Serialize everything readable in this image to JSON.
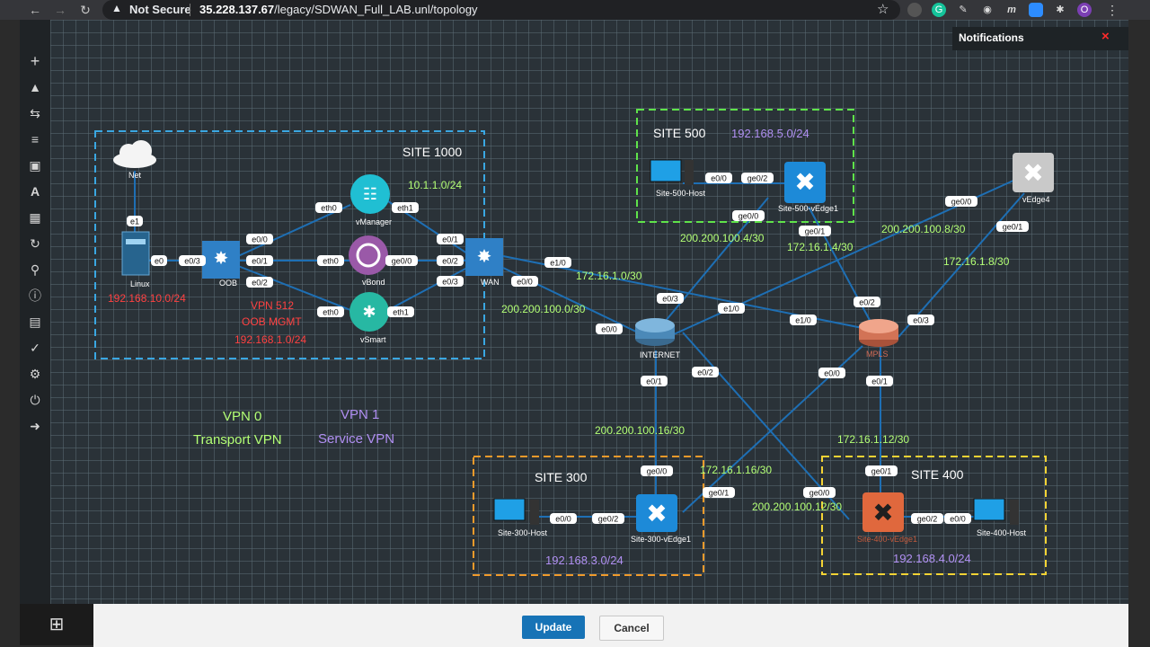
{
  "browser": {
    "security_label": "Not Secure",
    "url_host": "35.228.137.67",
    "url_path": "/legacy/SDWAN_Full_LAB.unl/topology",
    "profile_initial": "O"
  },
  "notifications": {
    "title": "Notifications",
    "close": "×"
  },
  "footer": {
    "update_label": "Update",
    "cancel_label": "Cancel"
  },
  "sites": {
    "site1000": {
      "title": "SITE 1000",
      "subnet": "10.1.1.0/24",
      "vpn512": "VPN 512",
      "oob_mgmt": "OOB MGMT",
      "oob_subnet": "192.168.1.0/24",
      "linux_subnet": "192.168.10.0/24"
    },
    "site500": {
      "title": "SITE 500",
      "subnet": "192.168.5.0/24"
    },
    "site300": {
      "title": "SITE 300",
      "subnet": "192.168.3.0/24"
    },
    "site400": {
      "title": "SITE 400",
      "subnet": "192.168.4.0/24"
    }
  },
  "legend": {
    "vpn0_title": "VPN 0",
    "vpn0_desc": "Transport VPN",
    "vpn1_title": "VPN 1",
    "vpn1_desc": "Service VPN"
  },
  "nodes": {
    "net": "Net",
    "linux": "Linux",
    "oob": "OOB",
    "vmanager": "vManager",
    "vbond": "vBond",
    "vsmart": "vSmart",
    "wan": "WAN",
    "internet": "INTERNET",
    "mpls": "MPLS",
    "site500_host": "Site-500-Host",
    "site500_vedge": "Site-500-vEdge1",
    "vedge4": "vEdge4",
    "site300_host": "Site-300-Host",
    "site300_vedge": "Site-300-vEdge1",
    "site400_vedge": "Site-400-vEdge1",
    "site400_host": "Site-400-Host"
  },
  "networks": {
    "n1": "172.16.1.0/30",
    "n2": "200.200.100.0/30",
    "n3": "200.200.100.4/30",
    "n4": "172.16.1.4/30",
    "n5": "200.200.100.8/30",
    "n6": "172.16.1.8/30",
    "n7": "200.200.100.16/30",
    "n8": "172.16.1.16/30",
    "n9": "200.200.100.12/30",
    "n10": "172.16.1.12/30"
  },
  "ports": {
    "p1": "e1",
    "p2": "e0",
    "p3": "e0/3",
    "p4": "e0/0",
    "p5": "e0/1",
    "p6": "e0/2",
    "p7": "eth0",
    "p8": "eth1",
    "p9": "eth0",
    "p10": "ge0/0",
    "p11": "eth0",
    "p12": "eth1",
    "p13": "e0/1",
    "p14": "e0/2",
    "p15": "e0/3",
    "p16": "e1/0",
    "p17": "e0/0",
    "p18": "e0/0",
    "p19": "e0/3",
    "p20": "e1/0",
    "p21": "e0/1",
    "p22": "e0/2",
    "p23": "e0/0",
    "p24": "ge0/2",
    "p25": "ge0/0",
    "p26": "ge0/1",
    "p27": "ge0/0",
    "p28": "ge0/1",
    "p29": "e0/2",
    "p30": "e0/3",
    "p31": "e1/0",
    "p32": "e0/0",
    "p33": "e0/1",
    "p34": "e0/0",
    "p35": "ge0/2",
    "p36": "ge0/0",
    "p37": "ge0/1",
    "p38": "ge0/1",
    "p39": "ge0/0",
    "p40": "ge0/2",
    "p41": "e0/0"
  },
  "colors": {
    "green": "#b3ff75",
    "purple": "#b08ff2",
    "red": "#ff4141",
    "link": "#1e6fb4"
  }
}
